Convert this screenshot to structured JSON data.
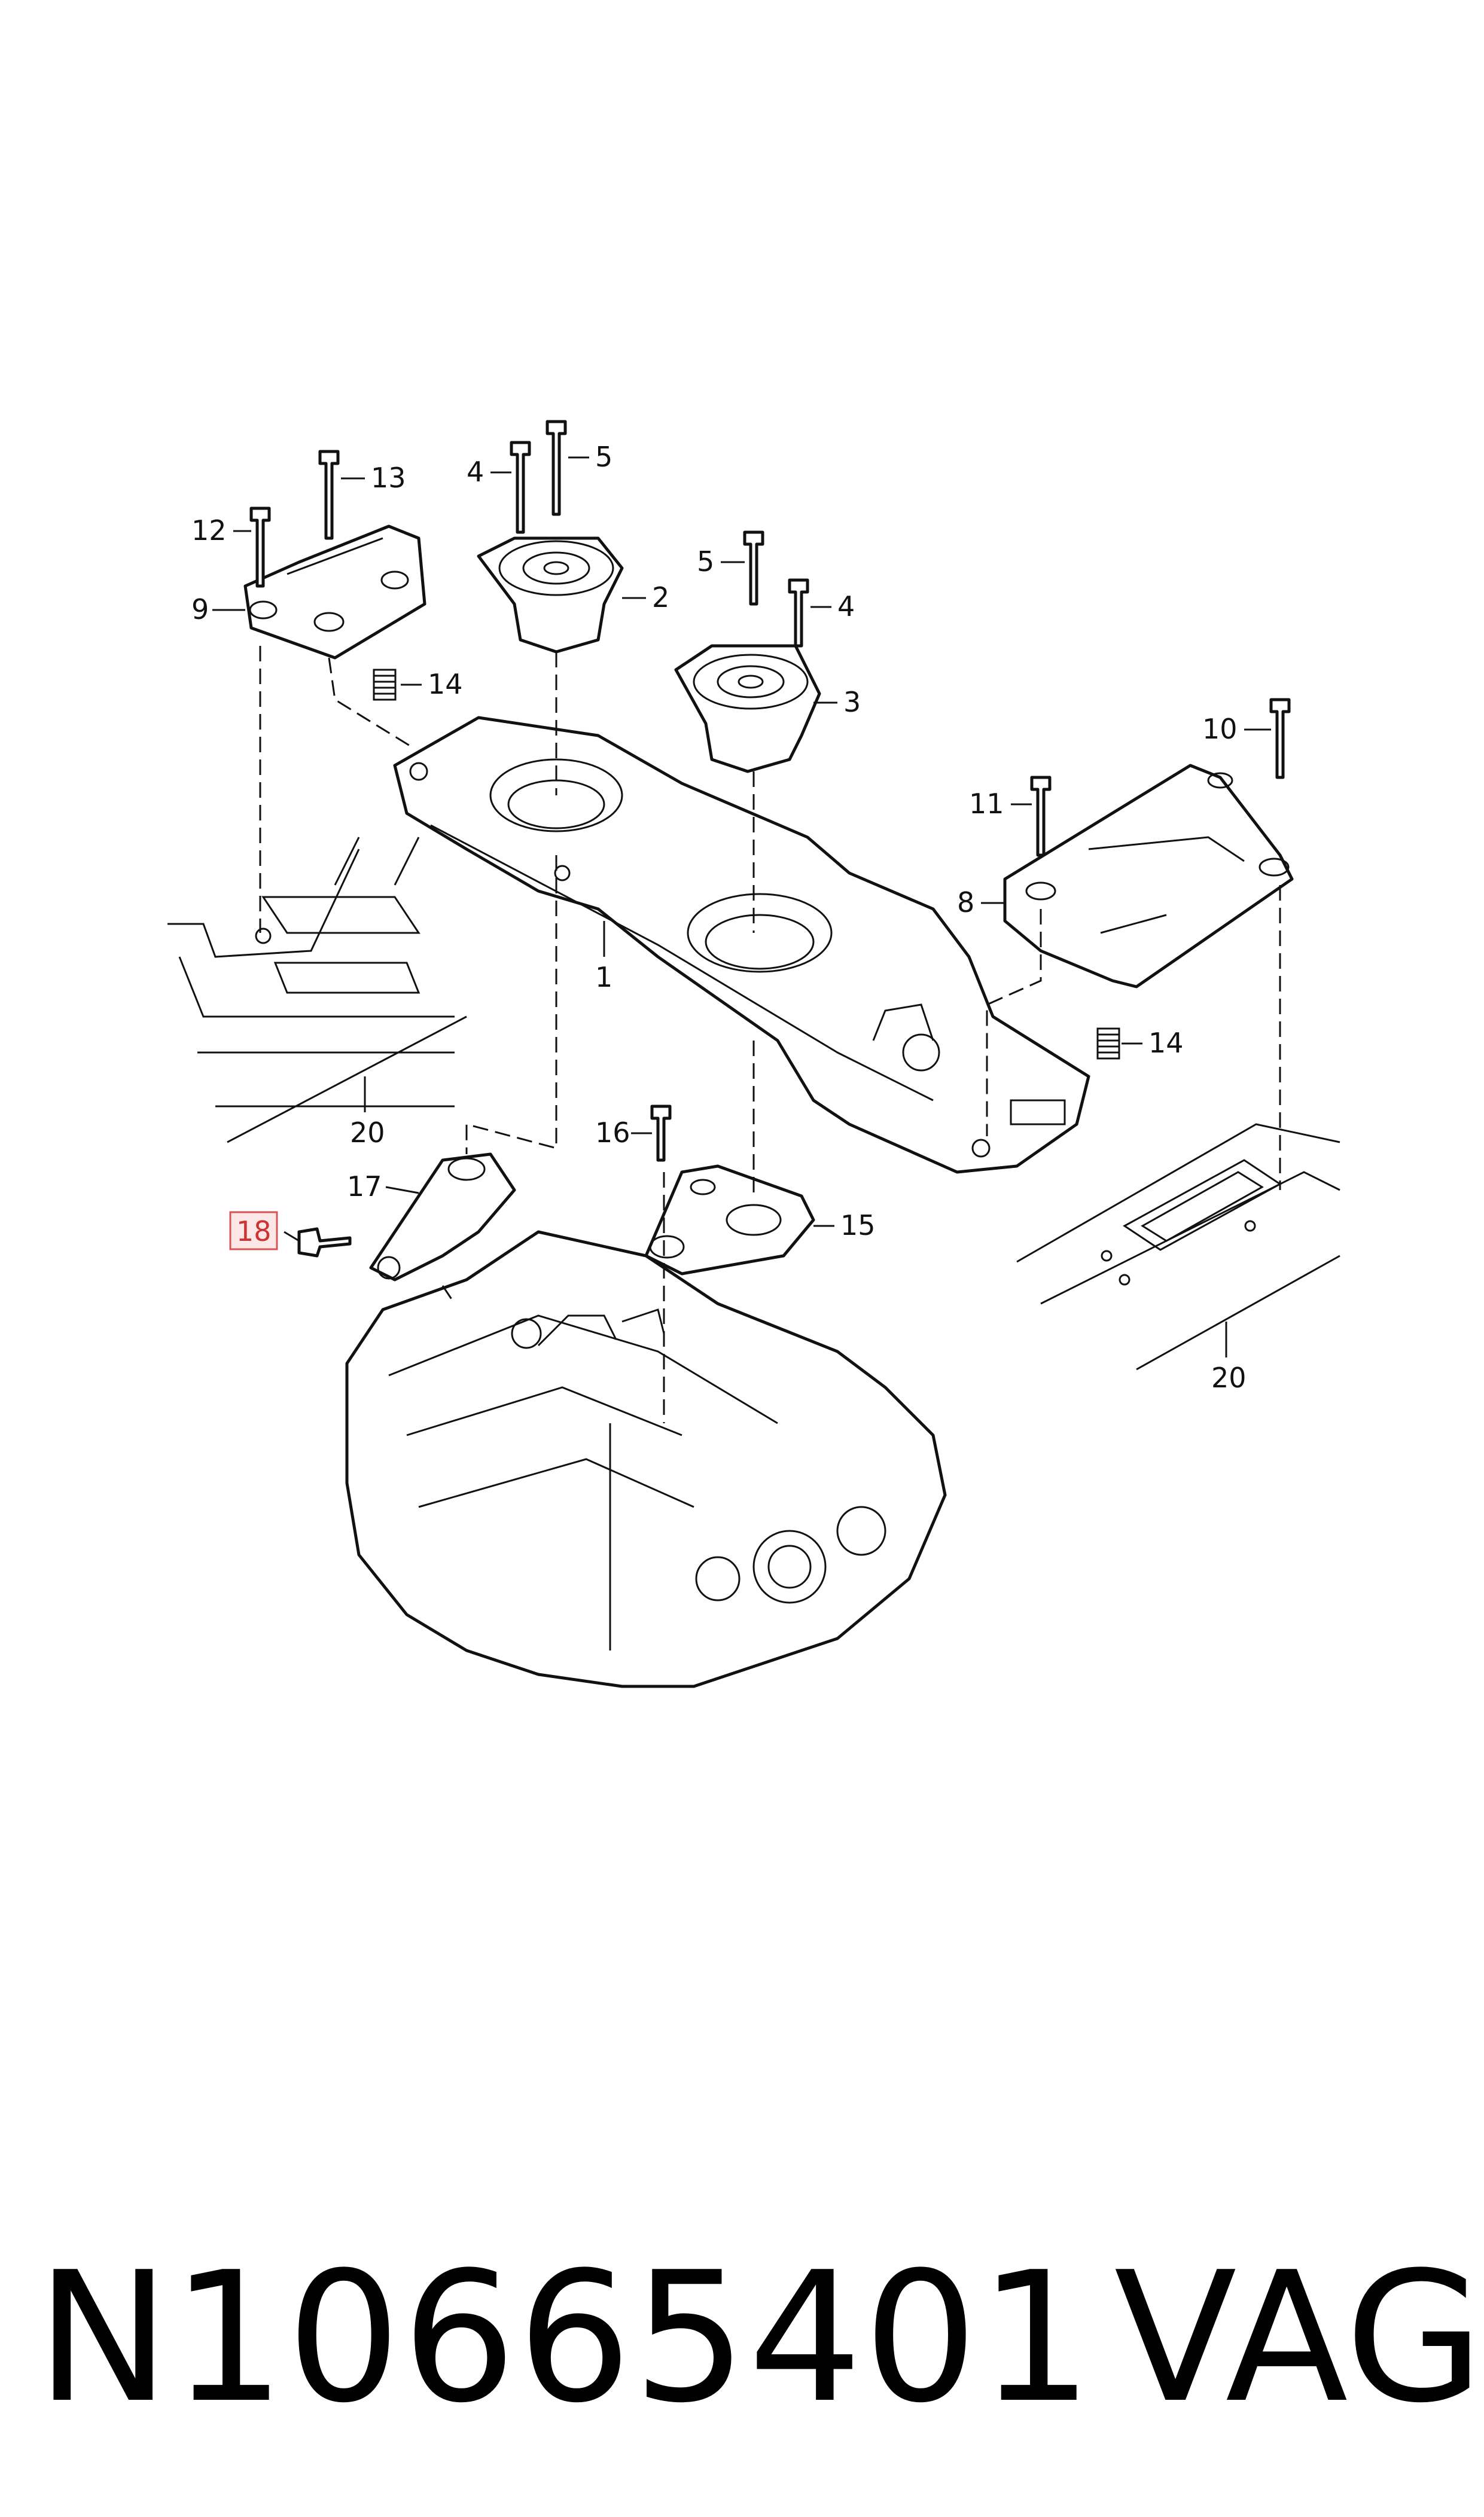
{
  "callouts": {
    "c1": "1",
    "c2": "2",
    "c3": "3",
    "c4a": "4",
    "c4b": "4",
    "c5a": "5",
    "c5b": "5",
    "c8": "8",
    "c9": "9",
    "c10": "10",
    "c11": "11",
    "c12": "12",
    "c13": "13",
    "c14a": "14",
    "c14b": "14",
    "c15": "15",
    "c16": "16",
    "c17": "17",
    "c18": "18",
    "c20a": "20",
    "c20b": "20"
  },
  "highlighted_callout": "18",
  "highlight_color": "#d45555",
  "footer": {
    "part_number": "N10665401",
    "brand": "VAG"
  }
}
